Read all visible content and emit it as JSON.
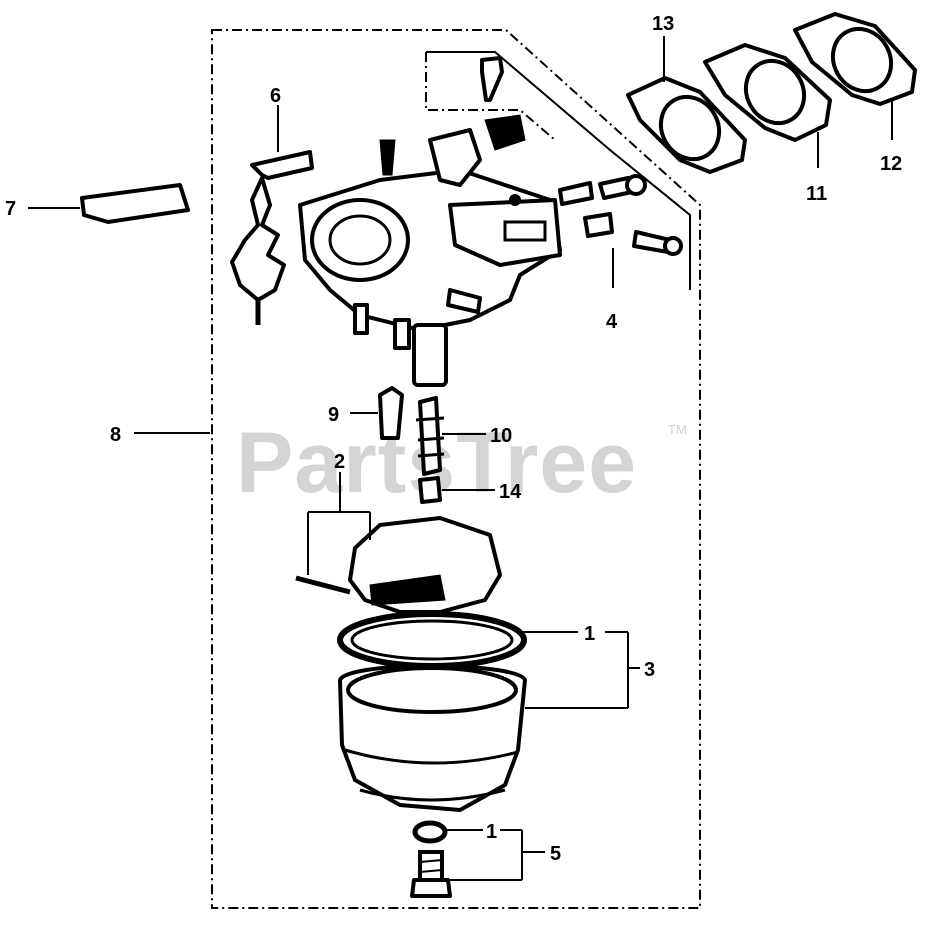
{
  "diagram": {
    "watermark": "PartsTree",
    "trademark": "TM",
    "callouts": {
      "c1a": "1",
      "c1b": "1",
      "c2": "2",
      "c3": "3",
      "c4": "4",
      "c5": "5",
      "c6": "6",
      "c7": "7",
      "c8": "8",
      "c9": "9",
      "c10": "10",
      "c11": "11",
      "c12": "12",
      "c13": "13",
      "c14": "14"
    }
  }
}
